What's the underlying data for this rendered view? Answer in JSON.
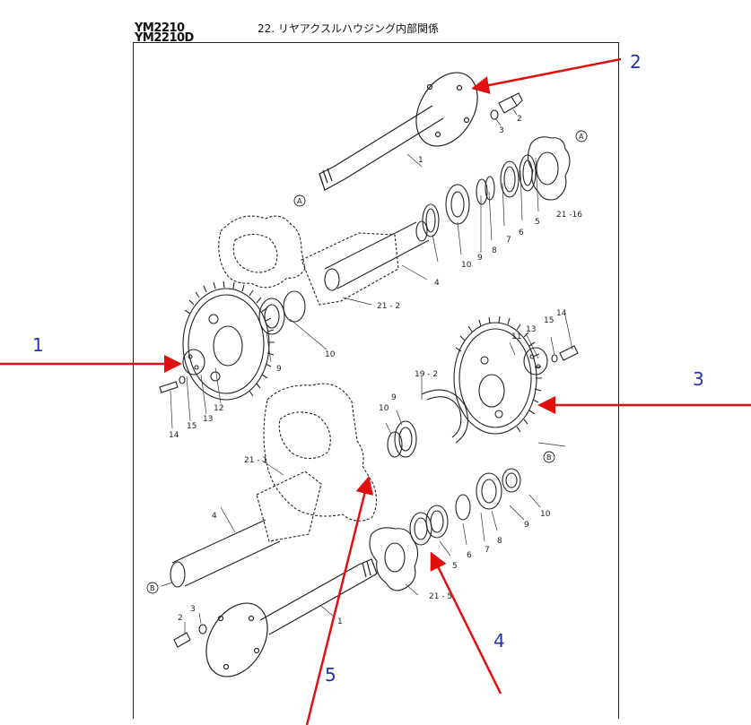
{
  "header": {
    "model_1": "YM2210",
    "model_2": "YM2210D",
    "title": "22. リヤアクスルハウジング内部関係"
  },
  "callouts": {
    "c1": "1",
    "c2": "2",
    "c3": "3",
    "c4": "4",
    "c5": "5"
  },
  "parts": {
    "upper": {
      "axle": "1",
      "bolt": "2",
      "washer": "3",
      "tube": "4",
      "cover": "5",
      "seal": "6",
      "ring7": "7",
      "ring8": "8",
      "bearing": "9",
      "spacer": "10",
      "housing_ref": "21 - 2",
      "cover_ref": "21 -16",
      "ref_a": "A",
      "ref_a2": "A",
      "bearing_left": "9",
      "spacer_left": "10"
    },
    "middle": {
      "gear_left": "12",
      "bolt_left": "14",
      "washer_left": "15",
      "plate_left": "13",
      "gear_right": "11",
      "plate_right": "13",
      "washer_right": "15",
      "bolt_right": "14",
      "bearing": "9",
      "spacer": "10",
      "snap_ref": "19 - 2",
      "ref_b": "B"
    },
    "lower": {
      "housing_ref": "21 - 1",
      "tube": "4",
      "ref_b": "B",
      "cover_ref": "21 - 5",
      "cover": "5",
      "seal": "6",
      "ring7": "7",
      "ring8": "8",
      "bearing": "9",
      "spacer": "10",
      "axle": "1",
      "bolt": "2",
      "washer": "3"
    }
  }
}
